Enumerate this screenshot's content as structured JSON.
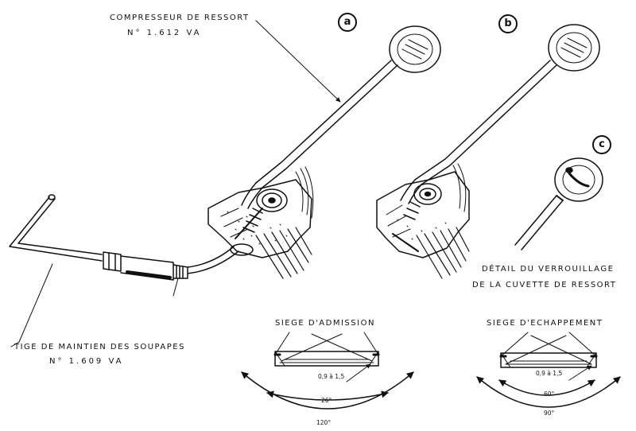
{
  "labels": {
    "compressor_name": "COMPRESSEUR DE RESSORT",
    "compressor_ref": "N° 1.612 VA",
    "rod_name": "TIGE DE MAINTIEN DES SOUPAPES",
    "rod_ref": "N° 1.609 VA",
    "detail_line1": "DÉTAIL DU VERROUILLAGE",
    "detail_line2": "DE LA CUVETTE DE RESSORT",
    "intake_seat": "SIEGE D'ADMISSION",
    "exhaust_seat": "SIEGE D'ECHAPPEMENT"
  },
  "markers": {
    "a": "a",
    "b": "b",
    "c": "c"
  },
  "intake": {
    "width": "0,9 à 1,5",
    "inner_angle": "26°",
    "outer_angle": "120°"
  },
  "exhaust": {
    "width": "0,9 à 1,5",
    "inner_angle": "60°",
    "outer_angle": "90°"
  }
}
